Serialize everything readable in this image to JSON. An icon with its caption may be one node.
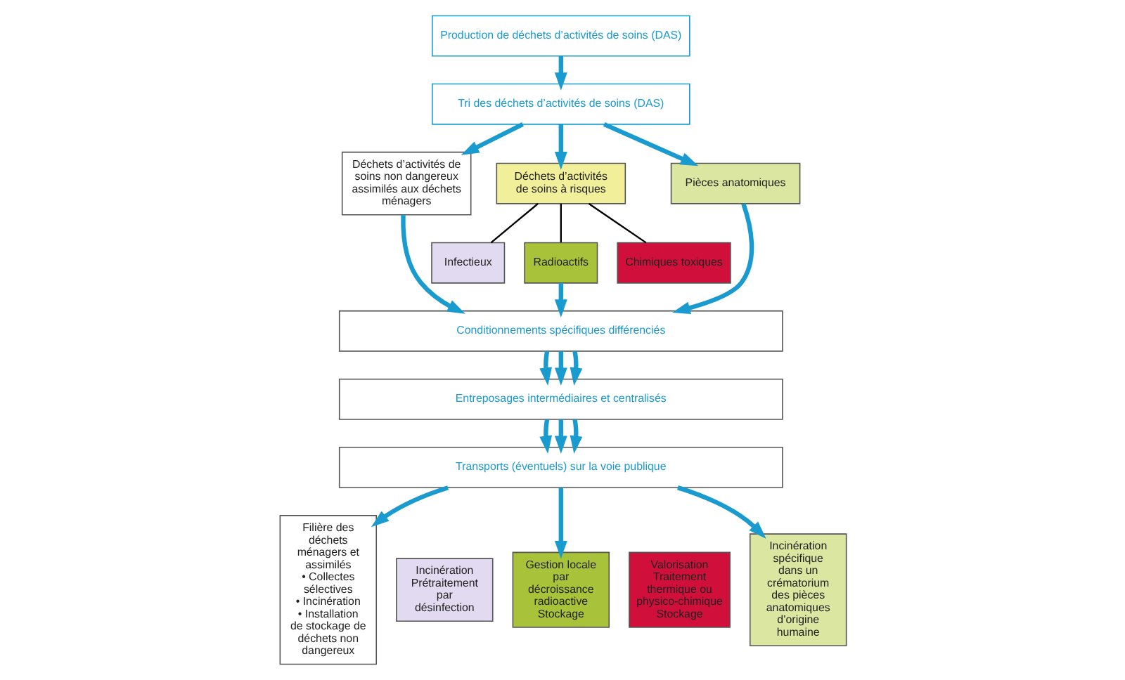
{
  "diagram": {
    "nodes": [
      {
        "text": [
          "Production de déchets d’activités de soins (DAS)"
        ]
      },
      {
        "text": [
          "Tri des déchets d’activités de soins (DAS)"
        ]
      },
      {
        "text": [
          "Déchets d’activités de soins non dangereux assimilés aux déchets ménagers"
        ]
      },
      {
        "text": [
          "Déchets d’activités de soins à risques"
        ]
      },
      {
        "text": [
          "Pièces anatomiques"
        ]
      },
      {
        "text": [
          "Infectieux"
        ]
      },
      {
        "text": [
          "Radioactifs"
        ]
      },
      {
        "text": [
          "Chimiques toxiques"
        ]
      },
      {
        "text": [
          "Conditionnements spécifiques différenciés"
        ]
      },
      {
        "text": [
          "Entreposages intermédiaires et centralisés"
        ]
      },
      {
        "text": [
          "Transports (éventuels) sur la voie publique"
        ]
      },
      {
        "text": [
          "Filière des déchets ménagers et assimilés",
          "• Collectes sélectives",
          "• Incinération",
          "• Installation de stockage de déchets non dangereux"
        ]
      },
      {
        "text": [
          "Incinération",
          "Prétraitement par désinfection"
        ]
      },
      {
        "text": [
          "Gestion locale par décroissance radioactive",
          "Stockage"
        ]
      },
      {
        "text": [
          "Valorisation",
          "Traitement thermique ou physico-chimique",
          "Stockage"
        ]
      },
      {
        "text": [
          "Incinération spécifique dans un crématorium des pièces anatomiques d’origine humaine"
        ]
      }
    ],
    "edges": [
      {
        "from": 0,
        "to": 1,
        "arrow": "to"
      },
      {
        "from": 1,
        "to": 2,
        "arrow": "to"
      },
      {
        "from": 1,
        "to": 3,
        "arrow": "to"
      },
      {
        "from": 1,
        "to": 4,
        "arrow": "to"
      },
      {
        "from": 3,
        "to": 5,
        "arrow": "none",
        "color": "#000000"
      },
      {
        "from": 3,
        "to": 6,
        "arrow": "none",
        "color": "#000000"
      },
      {
        "from": 3,
        "to": 7,
        "arrow": "none",
        "color": "#000000"
      },
      {
        "from": 2,
        "to": 8,
        "arrow": "to"
      },
      {
        "from": 6,
        "to": 8,
        "arrow": "to"
      },
      {
        "from": 4,
        "to": 8,
        "arrow": "to"
      },
      {
        "from": 8,
        "to": 9,
        "arrow": "to"
      },
      {
        "from": 8,
        "to": 9,
        "arrow": "to"
      },
      {
        "from": 8,
        "to": 9,
        "arrow": "to"
      },
      {
        "from": 9,
        "to": 10,
        "arrow": "to"
      },
      {
        "from": 9,
        "to": 10,
        "arrow": "to"
      },
      {
        "from": 9,
        "to": 10,
        "arrow": "to"
      },
      {
        "from": 10,
        "to": 11,
        "arrow": "to"
      },
      {
        "from": 10,
        "to": 13,
        "arrow": "to"
      },
      {
        "from": 10,
        "to": 15,
        "arrow": "to"
      }
    ]
  }
}
